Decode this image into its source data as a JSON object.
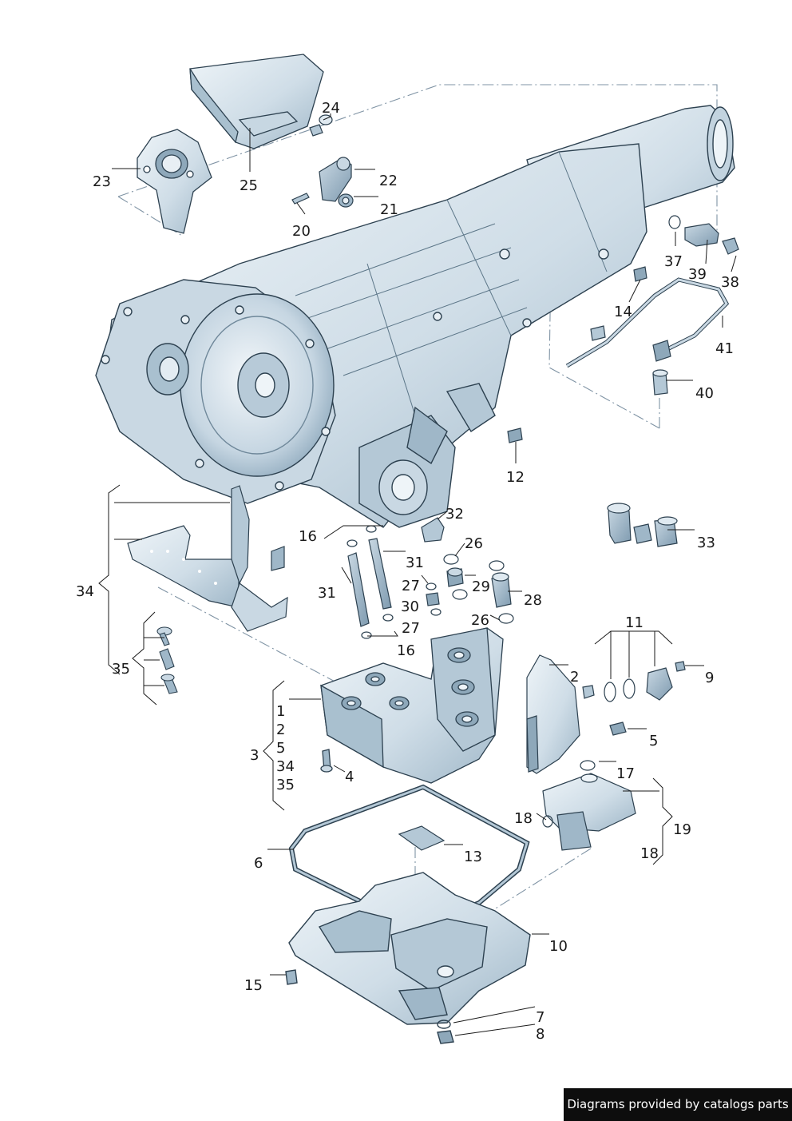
{
  "callouts": {
    "c1": "24",
    "c2": "23",
    "c3": "25",
    "c4": "22",
    "c5": "21",
    "c6": "20",
    "c7": "37",
    "c8": "39",
    "c9": "38",
    "c10": "14",
    "c11": "41",
    "c12": "40",
    "c13": "12",
    "c14": "32",
    "c15": "16",
    "c16": "31",
    "c17": "26",
    "c18": "33",
    "c19": "34",
    "c20": "31",
    "c21": "27",
    "c22": "29",
    "c23": "28",
    "c24": "30",
    "c25": "26",
    "c26": "27",
    "c27": "16",
    "c28": "11",
    "c29": "35",
    "c30": "2",
    "c31": "9",
    "c32": "3",
    "c33": "4",
    "c34": "5",
    "c35": "17",
    "c36": "18",
    "c37": "19",
    "c38": "6",
    "c39": "13",
    "c40": "18",
    "c41": "10",
    "c42": "15",
    "c43": "7",
    "c44": "8"
  },
  "valve_body_group": [
    "1",
    "2",
    "5",
    "34",
    "35"
  ],
  "credit": "Diagrams provided by catalogs parts",
  "colors": {
    "part_fill": "#dfe9f0",
    "part_shade": "#b4c8d6",
    "part_dark": "#8ea8ba",
    "outline": "#2d4150",
    "leader": "#1a1a1a",
    "dash": "#7f93a4"
  }
}
